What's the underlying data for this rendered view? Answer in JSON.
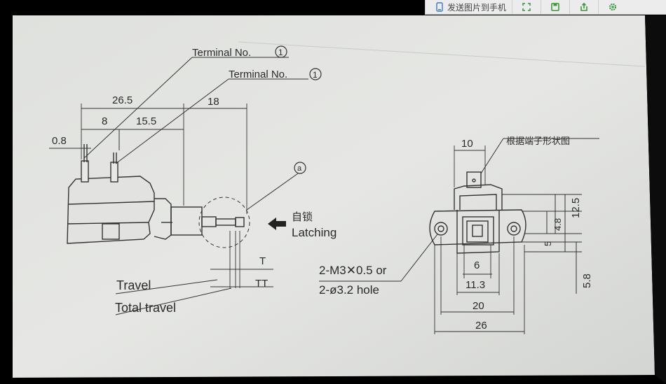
{
  "toolbar": {
    "send_label": "发送图片到手机",
    "icons": [
      "phone-send-icon",
      "expand-icon",
      "save-icon",
      "share-icon",
      "settings-icon"
    ],
    "accent": "#3a9a3a"
  },
  "left_view": {
    "terminal_label_1": "Terminal No.",
    "terminal_label_2": "Terminal No.",
    "terminal_number": "1",
    "dims": {
      "w_26_5": "26.5",
      "w_8": "8",
      "w_15_5": "15.5",
      "w_18": "18",
      "w_0_8": "0.8"
    },
    "detail_mark": "a",
    "latching_cn": "自锁",
    "latching_en": "Latching",
    "travel_label": "Travel",
    "total_travel_label": "Total travel",
    "t_label": "T",
    "tt_label": "TT"
  },
  "right_view": {
    "dim_10": "10",
    "terminal_shape_note": "根据端子形状图",
    "dim_12_5": "12.5",
    "dim_4_8": "4.8",
    "dim_5": "5",
    "dim_5_8": "5.8",
    "dim_6": "6",
    "dim_11_3": "11.3",
    "dim_20": "20",
    "dim_26": "26",
    "hole_note_1": "2-M3✕0.5 or",
    "hole_note_2": "2-ø3.2 hole"
  }
}
